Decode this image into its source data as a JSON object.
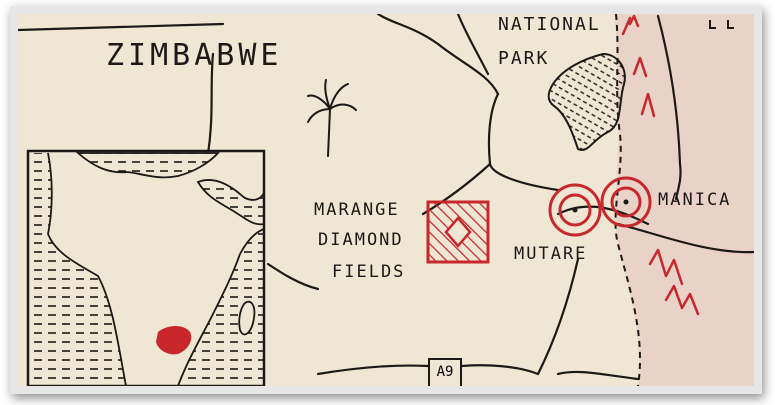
{
  "labels": {
    "country": "ZIMBABWE",
    "park_line1": "NATIONAL",
    "park_line2": "PARK",
    "diamond_line1": "MARANGE",
    "diamond_line2": "DIAMOND",
    "diamond_line3": "FIELDS",
    "city1": "MUTARE",
    "city2": "MANICA",
    "road": "A9"
  },
  "colors": {
    "paper": "#efe6d4",
    "ink": "#1c1a18",
    "accent_red": "#c8282c",
    "border_zone": "#e9d2c8"
  },
  "icons": {
    "tree": "palm-tree-icon",
    "city_marker": "city-circle-icon",
    "mountains": "mountain-range-icon"
  }
}
